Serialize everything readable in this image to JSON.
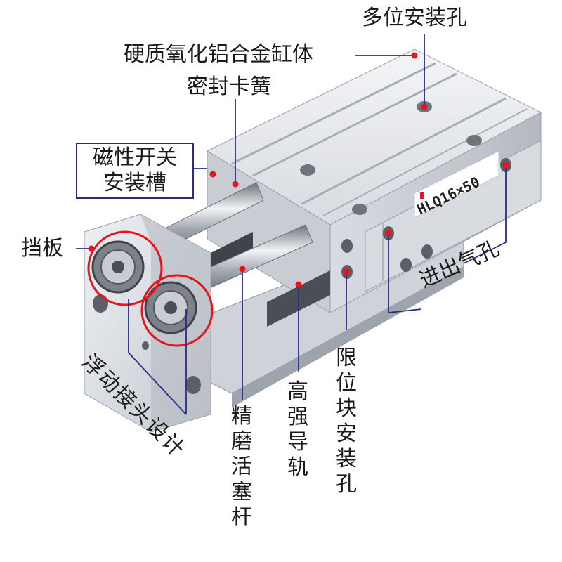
{
  "labels": {
    "mounting_holes": "多位安装孔",
    "body": "硬质氧化铝合金缸体",
    "seal_clip": "密封卡簧",
    "switch_groove_line1": "磁性开关",
    "switch_groove_line2": "安装槽",
    "end_plate": "挡板",
    "floating_joint": "浮动接头设计",
    "piston_rod": "精磨活塞杆",
    "guide_rail": "高强导轨",
    "stopper_holes": "限位块安装孔",
    "air_ports": "进出气孔"
  },
  "model_label": "HLQ16×50",
  "colors": {
    "leader_line": "#2a2a8a",
    "marker_dot": "#e8141c",
    "highlight_circle": "#e8141c",
    "metal_light": "#e6e8ec",
    "metal_mid": "#c6cad1",
    "metal_dark": "#8d939c"
  }
}
